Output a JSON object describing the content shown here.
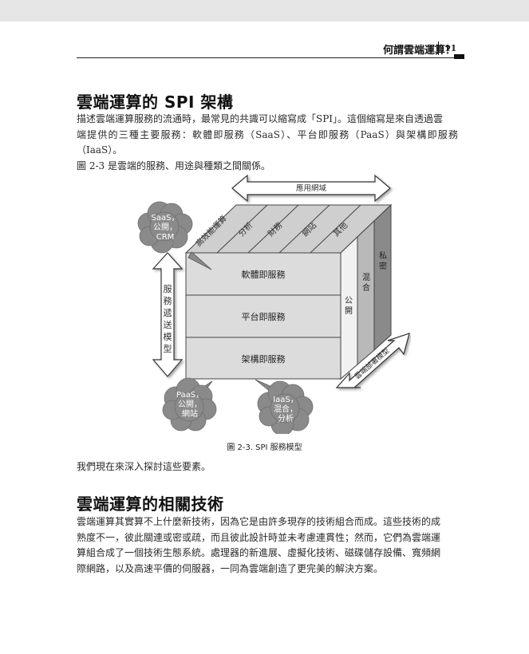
{
  "header": {
    "running_title": "何謂雲端運算？",
    "page_number": "11"
  },
  "section1": {
    "title": "雲端運算的 SPI 架構",
    "lines": [
      "描述雲端運算服務的流通時，最常見的共識可以縮寫成「SPI」。這個縮寫是來自透過雲",
      "端提供的三種主要服務：軟體即服務（SaaS）、平台即服務（PaaS）與架構即服務（IaaS）。",
      "圖 2-3 是雲端的服務、用途與種類之間關係。"
    ]
  },
  "figure": {
    "top_arrow_label": "應用網域",
    "left_arrow_label": "服務遞送模型",
    "bottom_arrow_label": "雲端部署模型",
    "top_face_labels": [
      "高效能運算",
      "分析",
      "財務",
      "網站",
      "其他"
    ],
    "front_rows": [
      "軟體即服務",
      "平台即服務",
      "架構即服務"
    ],
    "side_columns": [
      "公開",
      "混合",
      "私密"
    ],
    "clouds": {
      "saas": [
        "SaaS，",
        "公開，",
        "CRM"
      ],
      "paas": [
        "PaaS，",
        "公開，",
        "網站"
      ],
      "iaas": [
        "IaaS，",
        "混合，",
        "分析"
      ]
    },
    "caption": "圖 2-3. SPI 服務模型"
  },
  "after_figure_text": "我們現在來深入探討這些要素。",
  "section2": {
    "title": "雲端運算的相關技術",
    "lines": [
      "雲端運算其實算不上什麼新技術，因為它是由許多現存的技術組合而成。這些技術的成",
      "熟度不一，彼此關連或密或疏，而且彼此設計時並未考慮連貫性；然而，它們為雲端運",
      "算組合成了一個技術生態系統。處理器的新進展、虛擬化技術、磁碟儲存設備、寬頻網",
      "際網路，以及高速平價的伺服器，一同為雲端創造了更完美的解決方案。"
    ]
  }
}
